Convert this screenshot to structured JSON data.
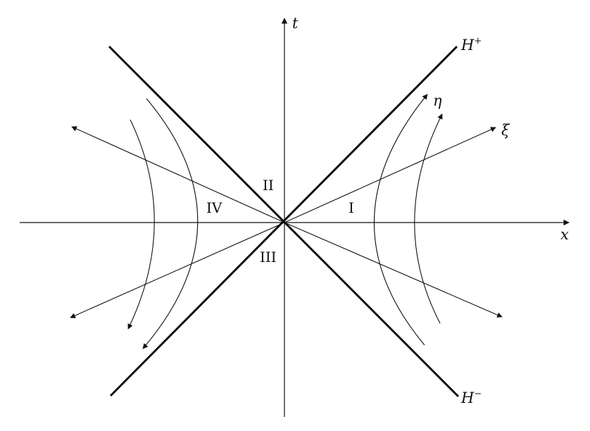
{
  "diagram": {
    "axes": {
      "t_label": "t",
      "x_label": "x"
    },
    "horizons": {
      "future_label": "H",
      "future_sup": "+",
      "past_label": "H",
      "past_sup": "−"
    },
    "coordinates": {
      "eta_label": "η",
      "xi_label": "ξ"
    },
    "regions": {
      "region_1": "I",
      "region_2": "II",
      "region_3": "III",
      "region_4": "IV"
    },
    "colors": {
      "ink": "#111111",
      "background": "#ffffff"
    }
  }
}
